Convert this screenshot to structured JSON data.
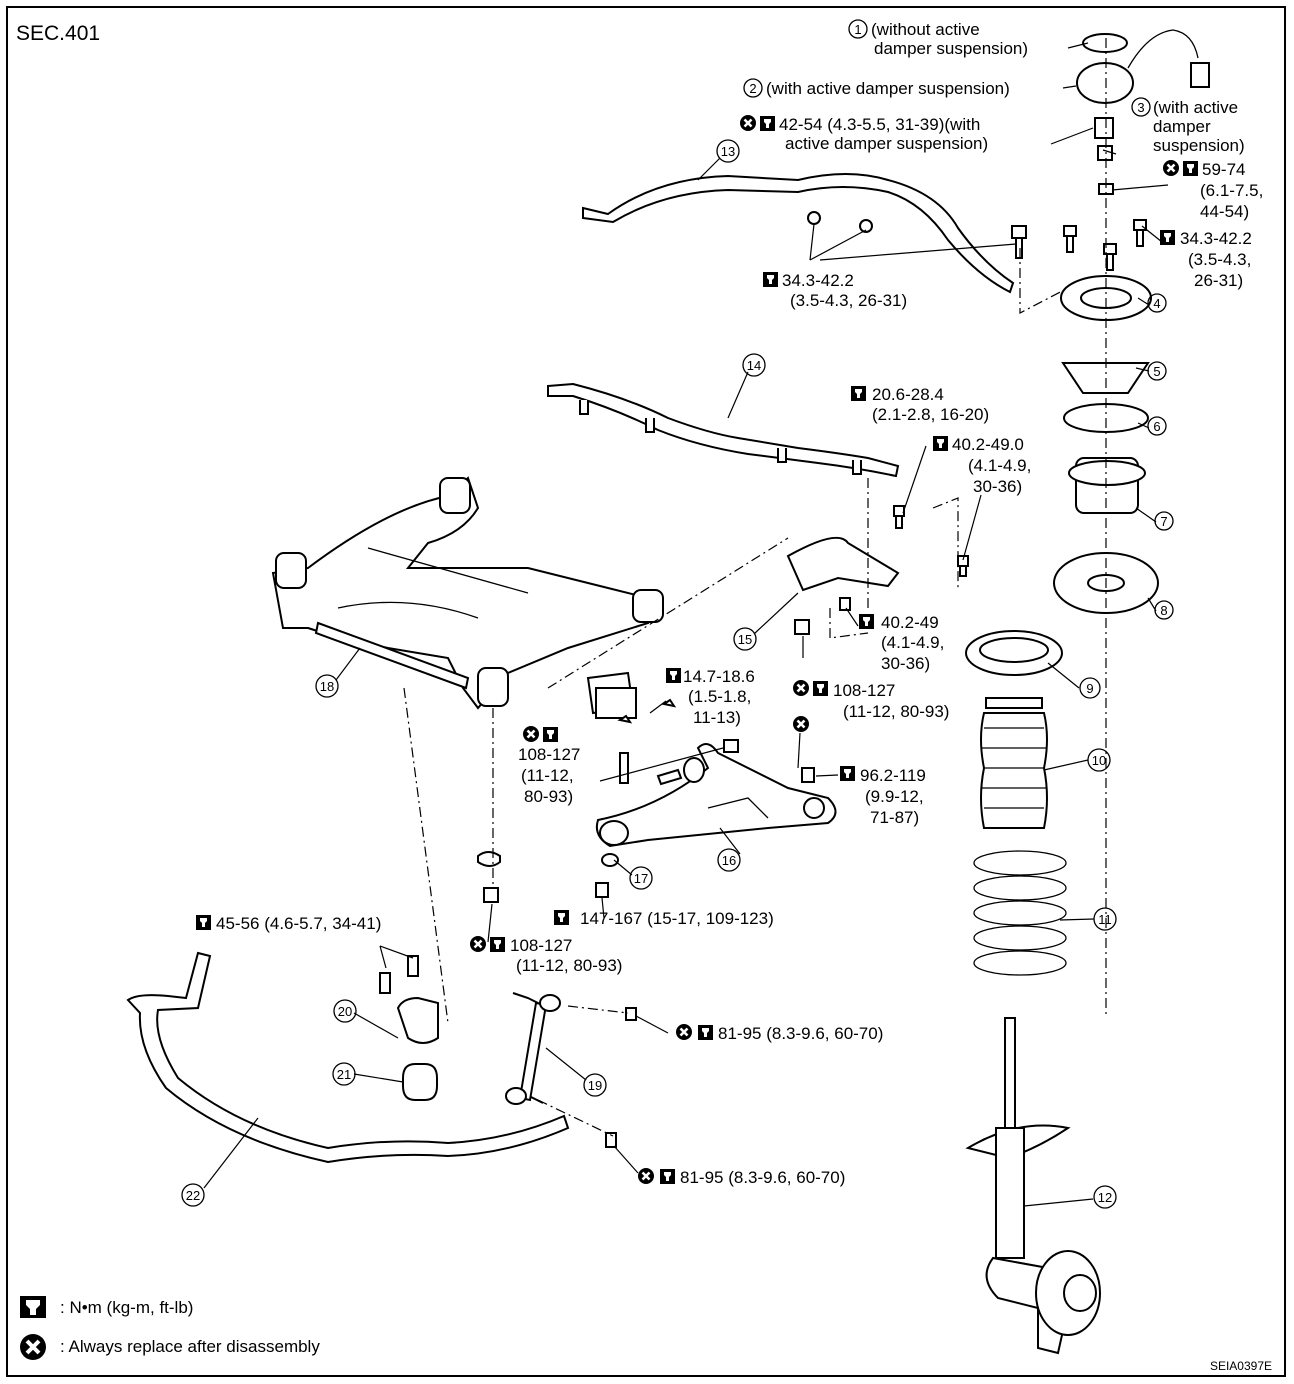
{
  "section": "SEC.401",
  "figure_code": "SEIA0397E",
  "labels": {
    "l1a": "(without active",
    "l1b": "damper suspension)",
    "l2": "(with active damper suspension)",
    "l3a": "(with active",
    "l3b": "damper",
    "l3c": "suspension)",
    "t_42_54a": "42-54 (4.3-5.5, 31-39)(with",
    "t_42_54b": "active damper suspension)",
    "t_59_74a": "59-74",
    "t_59_74b": "(6.1-7.5,",
    "t_59_74c": "44-54)",
    "t_34r_a": "34.3-42.2",
    "t_34r_b": "(3.5-4.3,",
    "t_34r_c": "26-31)",
    "t_34l_a": "34.3-42.2",
    "t_34l_b": "(3.5-4.3, 26-31)",
    "t_20_6a": "20.6-28.4",
    "t_20_6b": "(2.1-2.8, 16-20)",
    "t_40_2a": "40.2-49.0",
    "t_40_2b": "(4.1-4.9,",
    "t_40_2c": "30-36)",
    "t_40_2ba": "40.2-49",
    "t_40_2bb": "(4.1-4.9,",
    "t_40_2bc": "30-36)",
    "t_14_7a": "14.7-18.6",
    "t_14_7b": "(1.5-1.8,",
    "t_14_7c": "11-13)",
    "t_108a_a": "108-127",
    "t_108a_b": "(11-12, 80-93)",
    "t_108b_a": "108-127",
    "t_108b_b": "(11-12,",
    "t_108b_c": "80-93)",
    "t_96a": "96.2-119",
    "t_96b": "(9.9-12,",
    "t_96c": "71-87)",
    "t_147": "147-167 (15-17, 109-123)",
    "t_45": "45-56 (4.6-5.7, 34-41)",
    "t_108c_a": "108-127",
    "t_108c_b": "(11-12, 80-93)",
    "t_81a": "81-95 (8.3-9.6, 60-70)",
    "t_81b": "81-95 (8.3-9.6, 60-70)"
  },
  "callouts": [
    "1",
    "2",
    "3",
    "4",
    "5",
    "6",
    "7",
    "8",
    "9",
    "10",
    "11",
    "12",
    "13",
    "14",
    "15",
    "16",
    "17",
    "18",
    "19",
    "20",
    "21",
    "22"
  ],
  "legend": {
    "torque_text": ": N•m (kg-m, ft-lb)",
    "replace_text": ": Always replace after disassembly"
  }
}
